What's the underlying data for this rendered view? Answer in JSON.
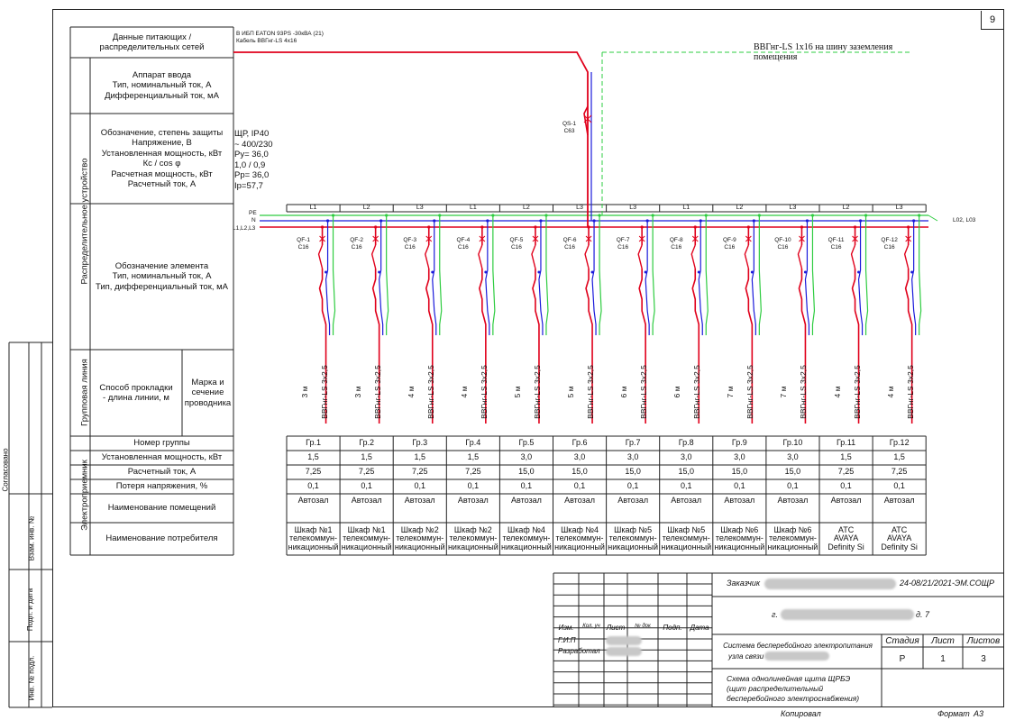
{
  "page_number": "9",
  "source_note": {
    "line1": "В ИБП EATON 93PS -30кВА (21)",
    "line2": "Кабель ВВГнг-LS 4x16"
  },
  "ground_note": {
    "line1": "ВВГнг-LS 1x16 на шину заземления",
    "line2": "помещения"
  },
  "rows": {
    "supply": [
      "Данные питающих /",
      "распределительных сетей"
    ],
    "input_device": [
      "Аппарат ввода",
      "Тип, номинальный ток, А",
      "Дифференциальный ток, мА"
    ],
    "designation": [
      "Обозначение, степень защиты",
      "Напряжение, В",
      "Установленная мощность, кВт",
      "Кс / cos φ",
      "Расчетная мощность, кВт",
      "Расчетный ток, А"
    ],
    "element": [
      "Обозначение элемента",
      "Тип, номинальный ток, А",
      "Тип, дифференциальный ток, мА"
    ],
    "laying": [
      "Способ прокладки",
      "- длина линии, м"
    ],
    "mark": [
      "Марка и",
      "сечение",
      "проводника"
    ],
    "group_no": "Номер группы",
    "installed_power": "Установленная мощность, кВт",
    "calc_current": "Расчетный ток, А",
    "voltage_loss": "Потеря напряжения, %",
    "room_name": "Наименование помещений",
    "consumer_name": "Наименование потребителя"
  },
  "sections": {
    "distribution": "Распределительное устройство",
    "group_line": "Групповая линия",
    "receiver": "Электроприемник"
  },
  "panel_params": [
    "ЩР, IP40",
    "~ 400/230",
    "Ру= 36,0",
    "1,0 / 0,9",
    "Рр= 36,0",
    "Iр=57,7"
  ],
  "input_breaker": {
    "name": "QS-1",
    "rating": "С63"
  },
  "bus_labels": {
    "pe": "PE",
    "n": "N",
    "l": "L1,L2,L3",
    "right": "L02, L03"
  },
  "groups": [
    {
      "phase": "L1",
      "qf": "QF-1",
      "rating": "С16",
      "length": "3 м",
      "cable": "ВВГнг-LS 3x2,5",
      "no": "Гр.1",
      "p": "1,5",
      "i": "7,25",
      "du": "0,1",
      "room": "Автозал",
      "consumer": [
        "Шкаф №1",
        "телекоммун-",
        "никационный"
      ]
    },
    {
      "phase": "L2",
      "qf": "QF-2",
      "rating": "С16",
      "length": "3 м",
      "cable": "ВВГнг-LS 3x2,5",
      "no": "Гр.2",
      "p": "1,5",
      "i": "7,25",
      "du": "0,1",
      "room": "Автозал",
      "consumer": [
        "Шкаф №1",
        "телекоммун-",
        "никационный"
      ]
    },
    {
      "phase": "L3",
      "qf": "QF-3",
      "rating": "С16",
      "length": "4 м",
      "cable": "ВВГнг-LS 3x2,5",
      "no": "Гр.3",
      "p": "1,5",
      "i": "7,25",
      "du": "0,1",
      "room": "Автозал",
      "consumer": [
        "Шкаф №2",
        "телекоммун-",
        "никационный"
      ]
    },
    {
      "phase": "L1",
      "qf": "QF-4",
      "rating": "С16",
      "length": "4 м",
      "cable": "ВВГнг-LS 3x2,5",
      "no": "Гр.4",
      "p": "1,5",
      "i": "7,25",
      "du": "0,1",
      "room": "Автозал",
      "consumer": [
        "Шкаф №2",
        "телекоммун-",
        "никационный"
      ]
    },
    {
      "phase": "L2",
      "qf": "QF-5",
      "rating": "С16",
      "length": "5 м",
      "cable": "ВВГнг-LS 3x2,5",
      "no": "Гр.5",
      "p": "3,0",
      "i": "15,0",
      "du": "0,1",
      "room": "Автозал",
      "consumer": [
        "Шкаф №4",
        "телекоммун-",
        "никационный"
      ]
    },
    {
      "phase": "L3",
      "qf": "QF-6",
      "rating": "С16",
      "length": "5 м",
      "cable": "ВВГнг-LS 3x2,5",
      "no": "Гр.6",
      "p": "3,0",
      "i": "15,0",
      "du": "0,1",
      "room": "Автозал",
      "consumer": [
        "Шкаф №4",
        "телекоммун-",
        "никационный"
      ]
    },
    {
      "phase": "L3",
      "qf": "QF-7",
      "rating": "С16",
      "length": "6 м",
      "cable": "ВВГнг-LS 3x2,5",
      "no": "Гр.7",
      "p": "3,0",
      "i": "15,0",
      "du": "0,1",
      "room": "Автозал",
      "consumer": [
        "Шкаф №5",
        "телекоммун-",
        "никационный"
      ]
    },
    {
      "phase": "L1",
      "qf": "QF-8",
      "rating": "С16",
      "length": "6 м",
      "cable": "ВВГнг-LS 3x2,5",
      "no": "Гр.8",
      "p": "3,0",
      "i": "15,0",
      "du": "0,1",
      "room": "Автозал",
      "consumer": [
        "Шкаф №5",
        "телекоммун-",
        "никационный"
      ]
    },
    {
      "phase": "L2",
      "qf": "QF-9",
      "rating": "С16",
      "length": "7 м",
      "cable": "ВВГнг-LS 3x2,5",
      "no": "Гр.9",
      "p": "3,0",
      "i": "15,0",
      "du": "0,1",
      "room": "Автозал",
      "consumer": [
        "Шкаф №6",
        "телекоммун-",
        "никационный"
      ]
    },
    {
      "phase": "L3",
      "qf": "QF-10",
      "rating": "С16",
      "length": "7 м",
      "cable": "ВВГнг-LS 3x2,5",
      "no": "Гр.10",
      "p": "3,0",
      "i": "15,0",
      "du": "0,1",
      "room": "Автозал",
      "consumer": [
        "Шкаф №6",
        "телекоммун-",
        "никационный"
      ]
    },
    {
      "phase": "L2",
      "qf": "QF-11",
      "rating": "С16",
      "length": "4 м",
      "cable": "ВВГнг-LS 3x2,5",
      "no": "Гр.11",
      "p": "1,5",
      "i": "7,25",
      "du": "0,1",
      "room": "Автозал",
      "consumer": [
        "АТС",
        "AVAYA",
        "Definity Si"
      ]
    },
    {
      "phase": "L3",
      "qf": "QF-12",
      "rating": "С16",
      "length": "4 м",
      "cable": "ВВГнг-LS 3x2,5",
      "no": "Гр.12",
      "p": "1,5",
      "i": "7,25",
      "du": "0,1",
      "room": "Автозал",
      "consumer": [
        "АТС",
        "AVAYA",
        "Definity Si"
      ]
    }
  ],
  "left_stamp": [
    "Согласовано",
    "Взам. инв. №",
    "Подп. и дата",
    "Инв. № подл."
  ],
  "title_block": {
    "customer_label": "Заказчик",
    "doc_code": "24-08/21/2021-ЭМ.СОЩР",
    "city_prefix": "г.",
    "house": "д. 7",
    "col_headers": [
      "Изм.",
      "Кол. уч",
      "Лист",
      "№ док",
      "Подп.",
      "Дата"
    ],
    "gip": "Г.И.П",
    "developer": "Разработал",
    "system_title": [
      "Система бесперебойного электропитания",
      "узла связи"
    ],
    "stage_label": "Стадия",
    "sheet_label": "Лист",
    "sheets_label": "Листов",
    "stage": "Р",
    "sheet": "1",
    "sheets": "3",
    "drawing_title": [
      "Схема однолинейная щита ЩРБЭ",
      "(щит распределительный",
      "бесперебойного электроснабжения)"
    ],
    "copied": "Копировал",
    "format_label": "Формат",
    "format": "А3"
  }
}
